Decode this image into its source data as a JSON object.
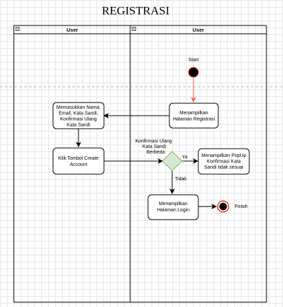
{
  "diagram": {
    "title": "REGISTRASI",
    "lanes": [
      {
        "label": "User"
      },
      {
        "label": "User"
      }
    ],
    "start_label": "Start",
    "finish_label": "Finish",
    "nodes": {
      "input_form": [
        "Memasukkan Nama,",
        "Email, Kata Sandi,",
        "Konfirmasi Ulang",
        "Kata Sandi"
      ],
      "show_registration": [
        "Menampilkan",
        "Halaman Registrasi"
      ],
      "click_create": [
        "Klik Tombol Create",
        "Account"
      ],
      "show_popup": [
        "Menampilkan PopUp",
        "Konfirmasi Kata",
        "Sandi tidak sesuai"
      ],
      "show_login": [
        "Menampilkan",
        "Halaman Login"
      ]
    },
    "decision_label": [
      "Konfirmasi Ulang",
      "Kata Sandi",
      "Berbeda"
    ],
    "edge_labels": {
      "yes": "Ya",
      "no": "Tidak"
    },
    "colors": {
      "start_flow": "#ff5b5b",
      "decision_fill": "#d5e8d4",
      "decision_stroke": "#82b366",
      "end_ring": "#ff0000",
      "lane_stroke": "#000000"
    }
  }
}
